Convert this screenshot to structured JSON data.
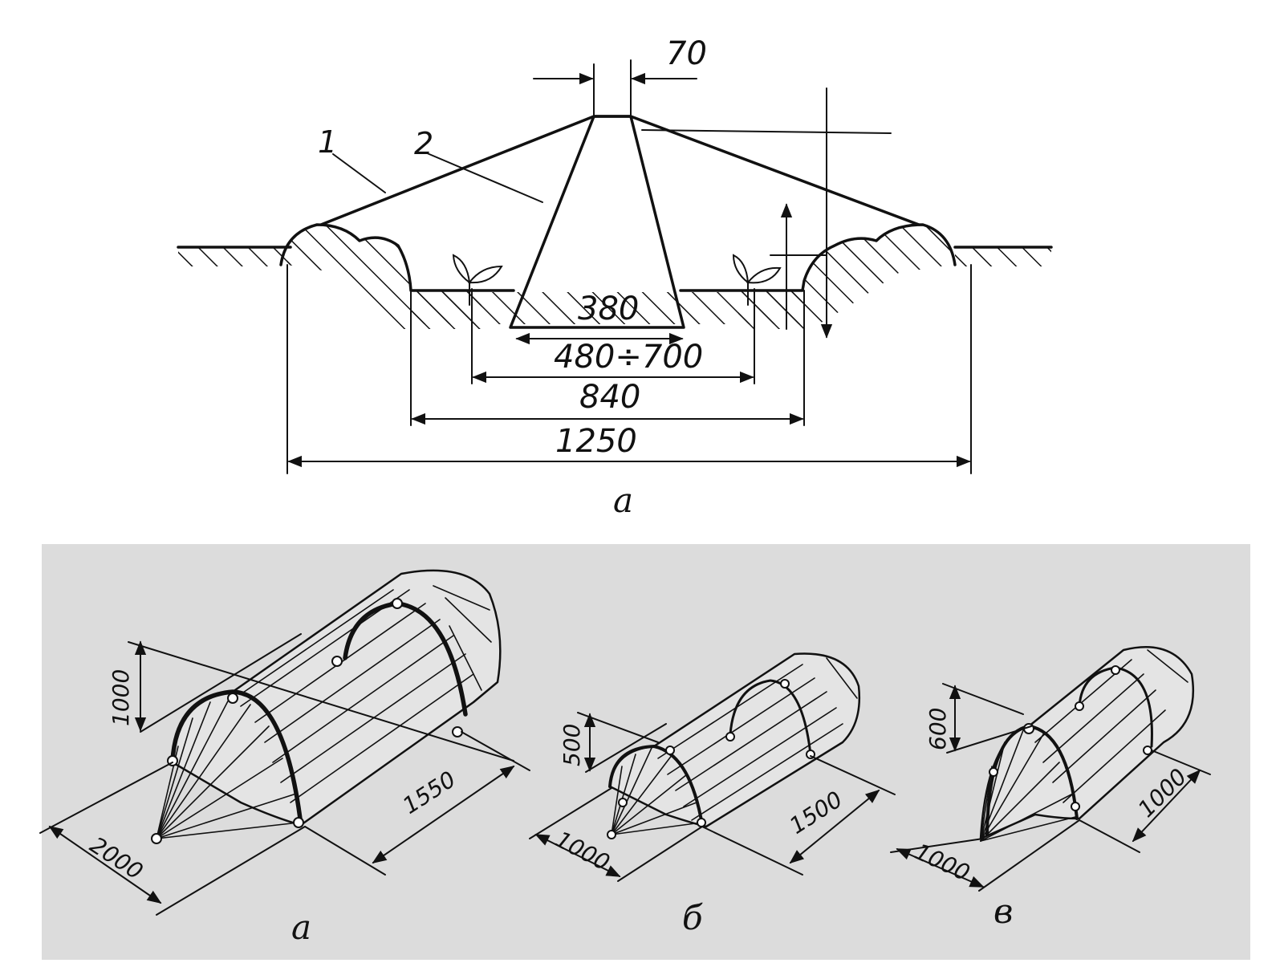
{
  "top_figure": {
    "callouts": {
      "film": "1",
      "trench": "2"
    },
    "dims": {
      "top_width": "70",
      "inner_base": "380",
      "range": "480÷700",
      "bed": "840",
      "overall": "1250"
    },
    "caption": "а"
  },
  "bottom_figure": {
    "panels": [
      {
        "caption": "а",
        "height": "1000",
        "width": "2000",
        "length": "1550"
      },
      {
        "caption": "б",
        "height": "500",
        "width": "1000",
        "length": "1500"
      },
      {
        "caption": "в",
        "height": "600",
        "width": "1000",
        "length": "1000"
      }
    ],
    "background": "#dcdcdc"
  }
}
